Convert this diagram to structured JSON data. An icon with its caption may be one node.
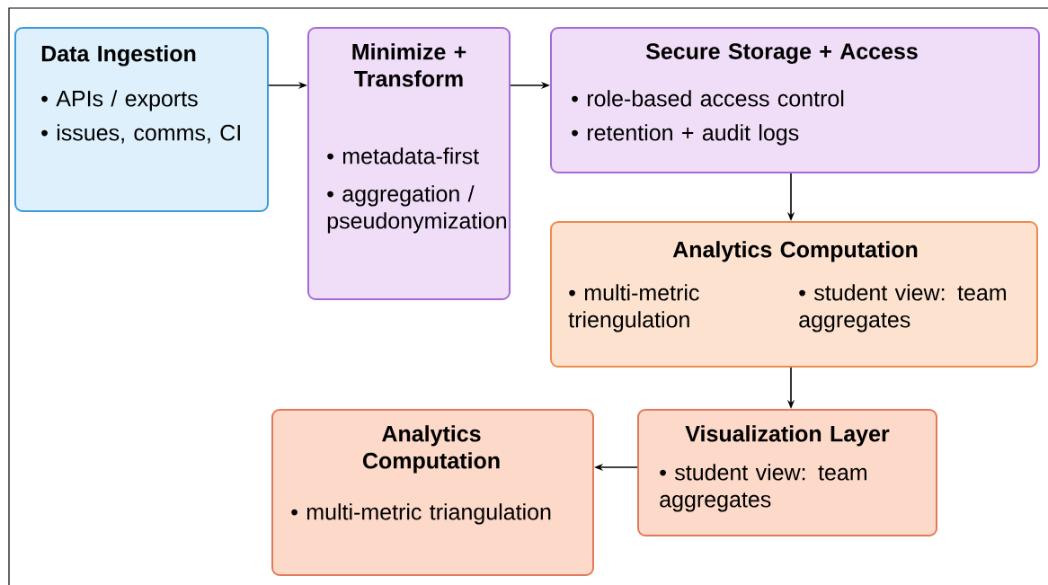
{
  "diagram": {
    "nodes": [
      {
        "text": [
          "Data Ingestion",
          "• APIs / exports",
          "• issues, comms, CI"
        ]
      },
      {
        "text": [
          "Minimize + Transform",
          "• metadata-first",
          "• aggregation / pseudonymization"
        ]
      },
      {
        "text": [
          "Secure Storage + Access",
          "• role-based access control",
          "• retention + audit logs"
        ]
      },
      {
        "text": [
          "Analytics Computation",
          "• multi-metric triengulation",
          "• student view: team aggregates"
        ]
      },
      {
        "text": [
          "Analytics Computation",
          "• multi-metric triangulation"
        ]
      },
      {
        "text": [
          "Visualization Layer",
          "• student view: team aggregates"
        ]
      }
    ],
    "edges": [
      {
        "from": 0,
        "to": 1,
        "arrow": "to"
      },
      {
        "from": 1,
        "to": 2,
        "arrow": "to"
      },
      {
        "from": 2,
        "to": 3,
        "arrow": "to"
      },
      {
        "from": 3,
        "to": 5,
        "arrow": "to"
      },
      {
        "from": 5,
        "to": 4,
        "arrow": "to"
      }
    ]
  }
}
